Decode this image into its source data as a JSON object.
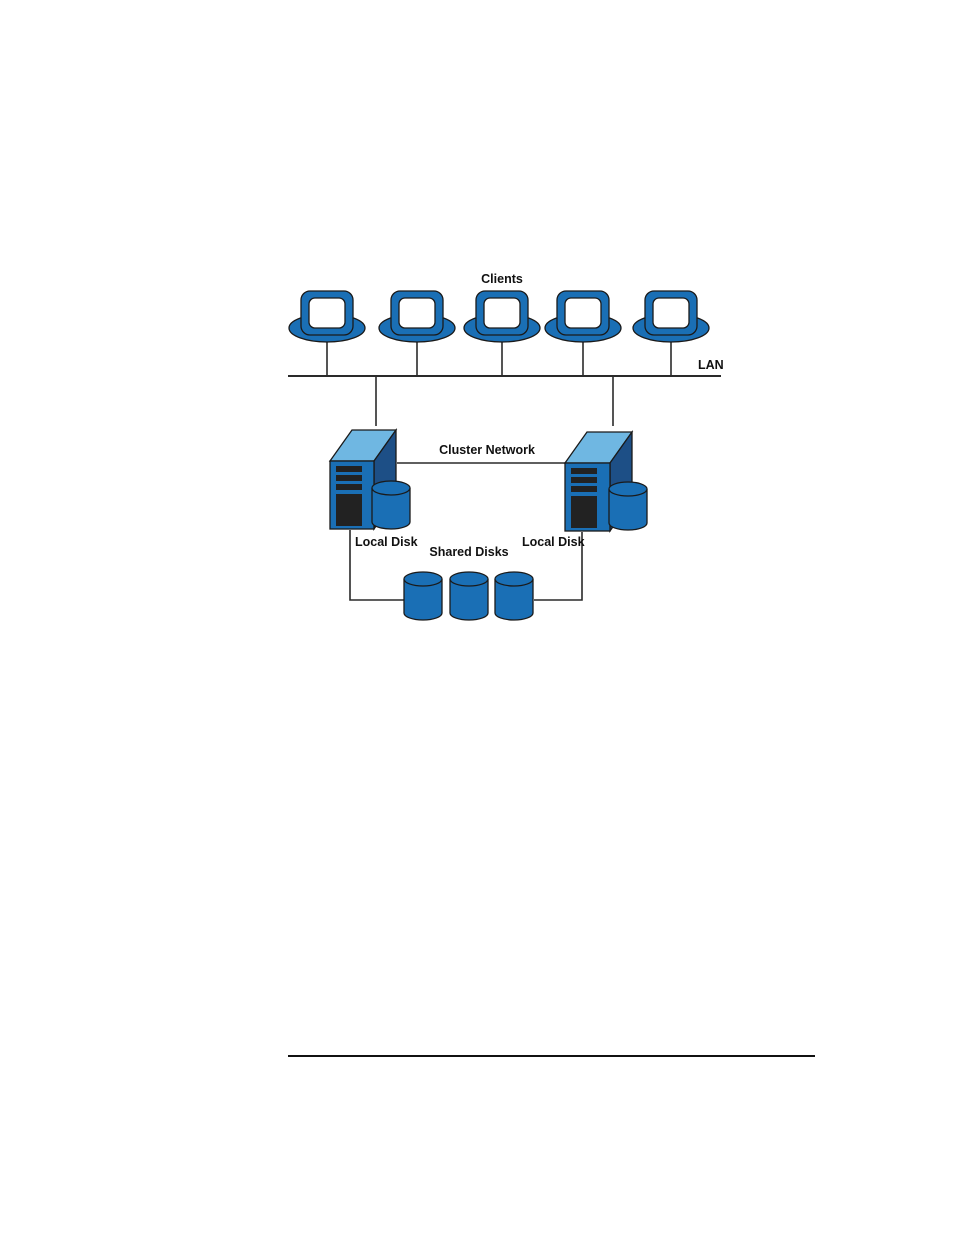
{
  "labels": {
    "clients": "Clients",
    "lan": "LAN",
    "cluster_network": "Cluster Network",
    "local_disk_left": "Local Disk",
    "local_disk_right": "Local Disk",
    "shared_disks": "Shared Disks"
  },
  "colors": {
    "primary_blue": "#1a6fb5",
    "light_blue": "#6fb7e2",
    "dark_blue": "#1d4f86",
    "outline": "#1a1a1a",
    "panel": "#222222"
  },
  "counts": {
    "clients": 5,
    "servers": 2,
    "shared_disks": 3
  }
}
